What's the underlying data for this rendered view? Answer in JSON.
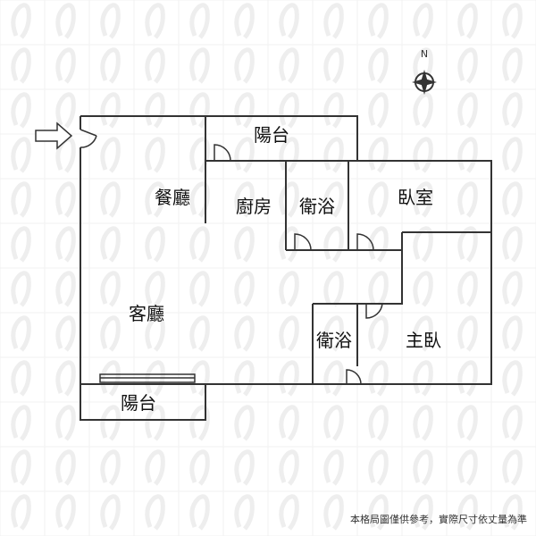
{
  "rooms": {
    "balcony_top": "陽台",
    "dining": "餐廳",
    "kitchen": "廚房",
    "bath_top": "衛浴",
    "bedroom": "臥室",
    "living": "客廳",
    "bath_bottom": "衛浴",
    "master_bedroom": "主臥",
    "balcony_bottom": "陽台"
  },
  "compass": {
    "north_label": "N"
  },
  "disclaimer": "本格局圖僅供參考，實際尺寸依丈量為準",
  "colors": {
    "wall": "#333333",
    "text": "#111111",
    "watermark": "#eeeeee"
  },
  "icons": {
    "entrance": "entrance-arrow-icon",
    "compass": "compass-icon"
  }
}
